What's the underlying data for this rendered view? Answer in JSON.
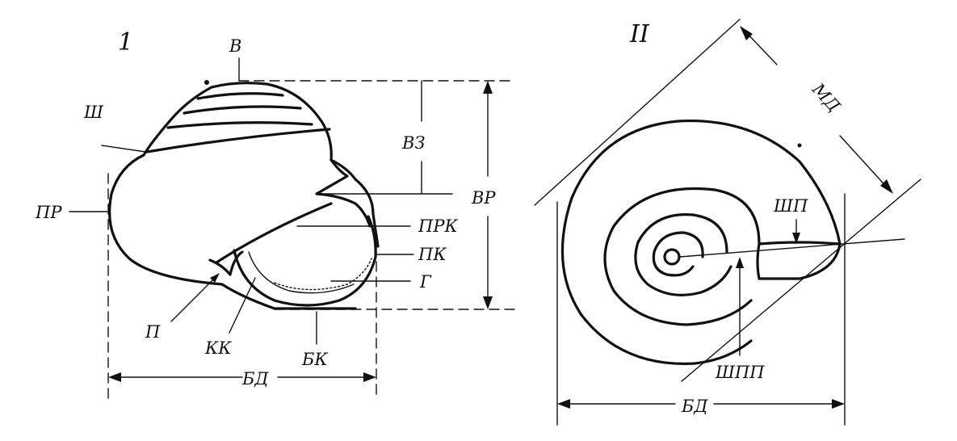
{
  "figure_left": {
    "number": "1",
    "labels": {
      "apex": "В",
      "suture": "Ш",
      "periphery": "ПР",
      "spire_height": "ВЗ",
      "shell_height": "ВР",
      "upper_lip_edge": "ПРК",
      "outer_lip": "ПК",
      "aperture": "Г",
      "umbilicus": "П",
      "columellar_lip": "КК",
      "basal_lip": "БК",
      "major_diameter": "БД"
    }
  },
  "figure_right": {
    "number": "II",
    "labels": {
      "minor_diameter": "МД",
      "whorl_width": "ШП",
      "aperture_width": "ШПП",
      "major_diameter": "БД"
    }
  }
}
